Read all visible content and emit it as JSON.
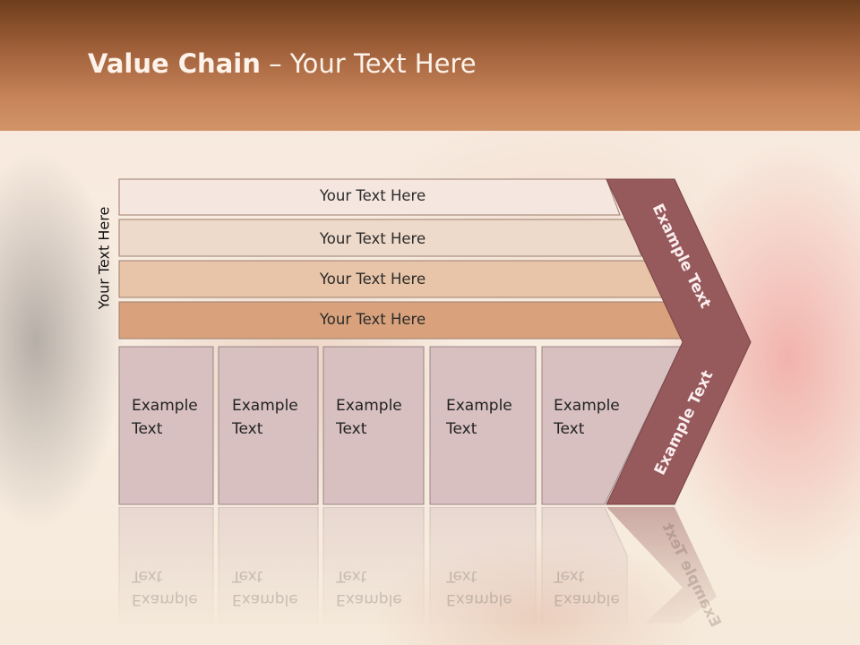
{
  "slide": {
    "title_bold": "Value Chain",
    "title_rest": " – Your Text Here",
    "side_label": "Your Text Here"
  },
  "rows": [
    {
      "label": "Your Text Here",
      "fill": "#f5e6df"
    },
    {
      "label": "Your Text Here",
      "fill": "#eedaca"
    },
    {
      "label": "Your Text Here",
      "fill": "#e8c5a8"
    },
    {
      "label": "Your Text Here",
      "fill": "#d9a27c"
    }
  ],
  "columns": [
    {
      "line1": "Example",
      "line2": "Text"
    },
    {
      "line1": "Example",
      "line2": "Text"
    },
    {
      "line1": "Example",
      "line2": "Text"
    },
    {
      "line1": "Example",
      "line2": "Text"
    },
    {
      "line1": "Example",
      "line2": "Text"
    }
  ],
  "chevron": {
    "upper_label": "Example Text",
    "lower_label": "Example Text",
    "color": "#96595c"
  },
  "colors": {
    "column_fill": "#d8c0c1",
    "column_stroke": "#9a8585",
    "row_stroke": "#9b7e6e"
  }
}
